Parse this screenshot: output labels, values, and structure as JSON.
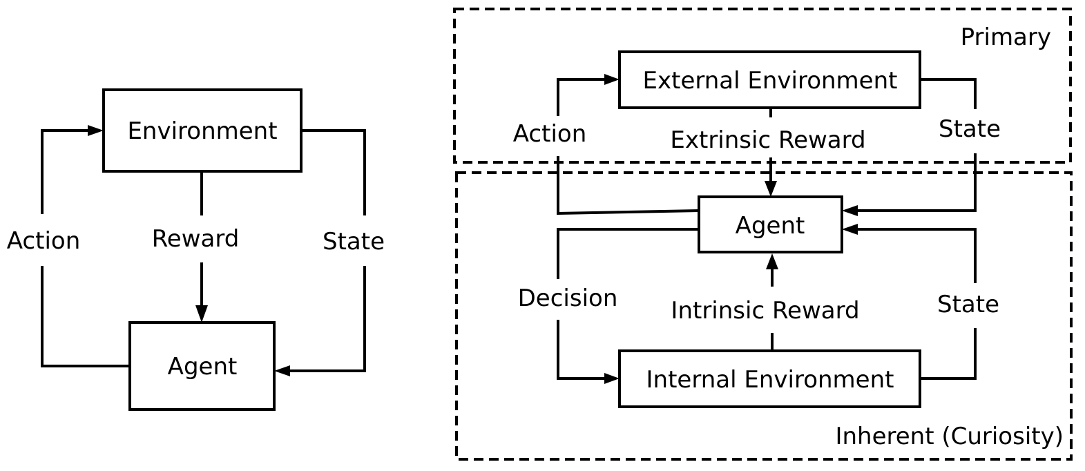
{
  "left_diagram": {
    "environment": "Environment",
    "agent": "Agent",
    "action": "Action",
    "reward": "Reward",
    "state": "State"
  },
  "right_diagram": {
    "primary_label": "Primary",
    "inherent_label": "Inherent (Curiosity)",
    "external_environment": "External Environment",
    "internal_environment": "Internal Environment",
    "agent": "Agent",
    "action": "Action",
    "extrinsic_reward": "Extrinsic Reward",
    "state_top": "State",
    "decision": "Decision",
    "intrinsic_reward": "Intrinsic Reward",
    "state_bottom": "State"
  }
}
